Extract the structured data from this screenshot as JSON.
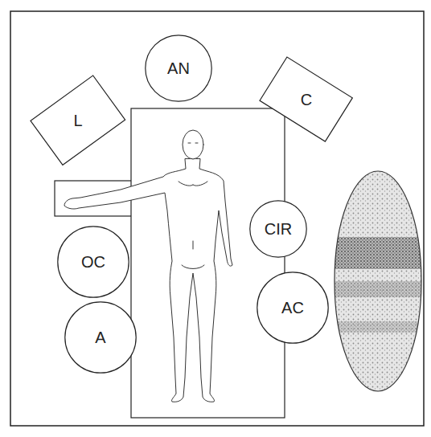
{
  "diagram": {
    "nodes": [
      {
        "text": [
          "AN"
        ]
      },
      {
        "text": [
          "L"
        ]
      },
      {
        "text": [
          "C"
        ]
      },
      {
        "text": [
          "CIR"
        ]
      },
      {
        "text": [
          "OC"
        ]
      },
      {
        "text": [
          "AC"
        ]
      },
      {
        "text": [
          "A"
        ]
      }
    ]
  }
}
